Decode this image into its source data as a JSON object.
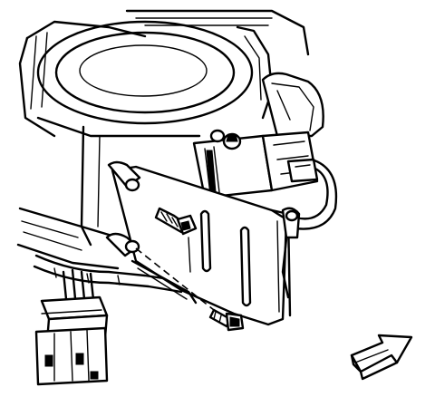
{
  "figure": {
    "kind": "technical line illustration",
    "parts": [
      {
        "name": "blower-motor-housing"
      },
      {
        "name": "blower-motor-resistor-module"
      },
      {
        "name": "mounting-bracket"
      },
      {
        "name": "bracket-bolt-upper"
      },
      {
        "name": "bracket-bolt-lower"
      },
      {
        "name": "wiring-harness-connector"
      },
      {
        "name": "forward-direction-arrow"
      }
    ],
    "colors": {
      "line": "#000000",
      "background": "#ffffff"
    }
  }
}
